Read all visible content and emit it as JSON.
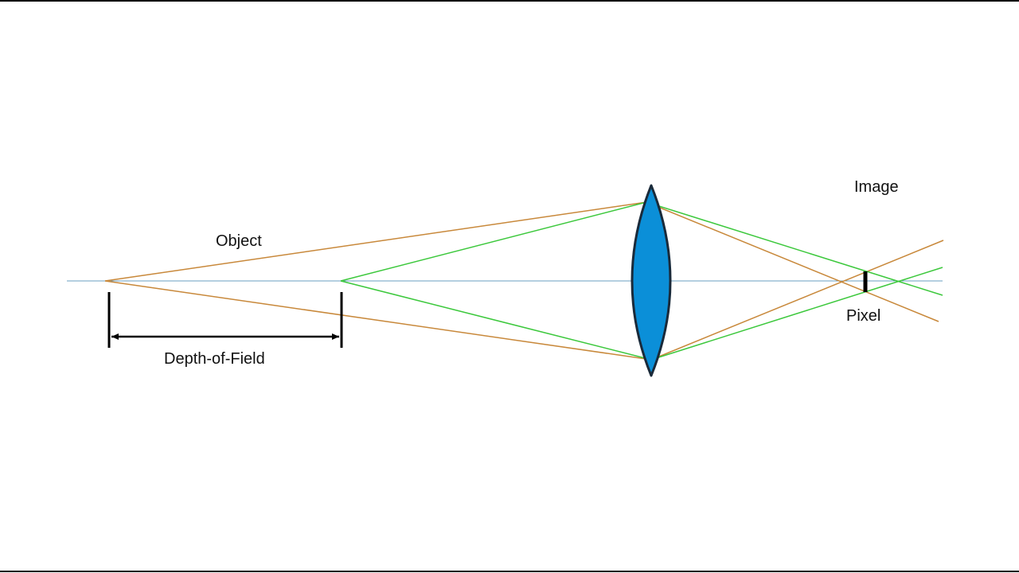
{
  "labels": {
    "object": "Object",
    "image": "Image",
    "pixel": "Pixel",
    "depth_of_field": "Depth-of-Field"
  },
  "colors": {
    "far_point_rays": "#c8883a",
    "near_point_rays": "#3cc83c",
    "optical_axis": "#6a9fc0",
    "lens_fill": "#0b8fd8",
    "lens_outline": "#1a2a3a",
    "pixel_bar": "#000000",
    "dimension_line": "#000000"
  }
}
